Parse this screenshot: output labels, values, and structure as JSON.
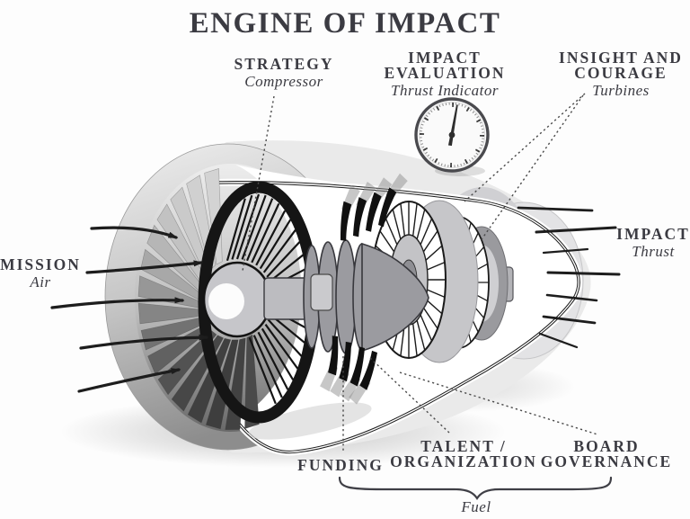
{
  "title": "ENGINE OF IMPACT",
  "colors": {
    "ink": "#3b3b42",
    "line": "#1d1d1d",
    "dotted": "#4a4a4a"
  },
  "labels": {
    "strategy": {
      "title": "STRATEGY",
      "subtitle": "Compressor"
    },
    "impact_evaluation": {
      "title_line1": "IMPACT",
      "title_line2": "EVALUATION",
      "subtitle": "Thrust Indicator"
    },
    "insight_courage": {
      "title_line1": "INSIGHT AND",
      "title_line2": "COURAGE",
      "subtitle": "Turbines"
    },
    "mission": {
      "title": "MISSION",
      "subtitle": "Air"
    },
    "impact": {
      "title": "IMPACT",
      "subtitle": "Thrust"
    },
    "funding": {
      "title": "FUNDING"
    },
    "talent": {
      "title_line1": "TALENT /",
      "title_line2": "ORGANIZATION"
    },
    "board": {
      "title_line1": "BOARD",
      "title_line2": "GOVERNANCE"
    },
    "fuel": {
      "title": "Fuel"
    }
  },
  "icons": {
    "gauge": "thrust-indicator-gauge"
  }
}
